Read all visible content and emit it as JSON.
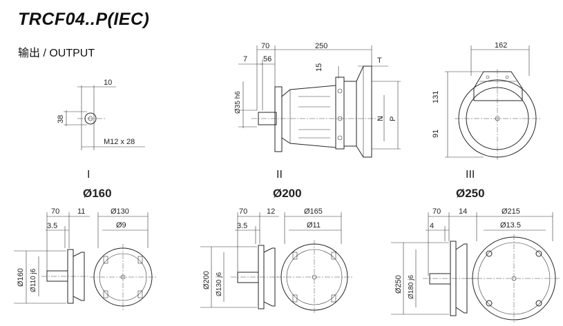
{
  "title": "TRCF04..P(IEC)",
  "subtitle": "输出  / OUTPUT",
  "output": {
    "d10": "10",
    "d38": "38",
    "thread": "M12 x 28"
  },
  "main": {
    "d70": "70",
    "d250": "250",
    "d7": "7",
    "d56": "56",
    "d15": "15",
    "dT": "T",
    "shaft": "Ø35 h6",
    "N": "N",
    "P": "P"
  },
  "end_view": {
    "d162": "162",
    "d131": "131",
    "d91": "91"
  },
  "flanges": [
    {
      "roman": "I",
      "size": "Ø160",
      "d70": "70",
      "d_right": "11",
      "d_small": "3.5",
      "pcd": "Ø130",
      "hole": "Ø9",
      "outer": "Ø160",
      "spigot": "Ø110 j6"
    },
    {
      "roman": "II",
      "size": "Ø200",
      "d70": "70",
      "d_right": "12",
      "d_small": "3.5",
      "pcd": "Ø165",
      "hole": "Ø11",
      "outer": "Ø200",
      "spigot": "Ø130 j6"
    },
    {
      "roman": "III",
      "size": "Ø250",
      "d70": "70",
      "d_right": "14",
      "d_small": "4",
      "pcd": "Ø215",
      "hole": "Ø13.5",
      "outer": "Ø250",
      "spigot": "Ø180 j6"
    }
  ]
}
